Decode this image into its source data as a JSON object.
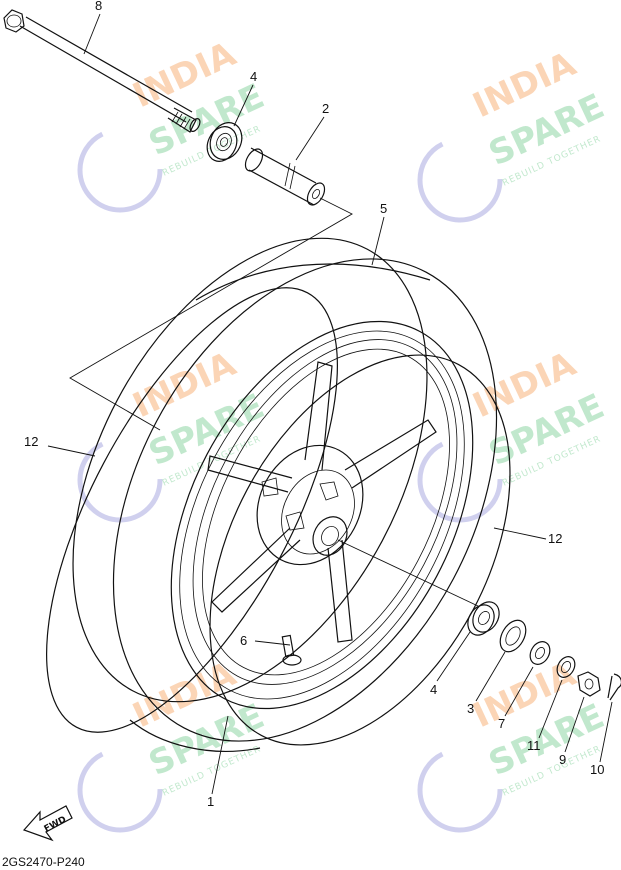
{
  "diagram": {
    "code": "2GS2470-P240",
    "fwd_label": "FWD",
    "callouts": [
      {
        "id": "c8",
        "label": "8"
      },
      {
        "id": "c4a",
        "label": "4"
      },
      {
        "id": "c2",
        "label": "2"
      },
      {
        "id": "c5",
        "label": "5"
      },
      {
        "id": "c12a",
        "label": "12"
      },
      {
        "id": "c12b",
        "label": "12"
      },
      {
        "id": "c6",
        "label": "6"
      },
      {
        "id": "c4b",
        "label": "4"
      },
      {
        "id": "c3",
        "label": "3"
      },
      {
        "id": "c7",
        "label": "7"
      },
      {
        "id": "c11",
        "label": "11"
      },
      {
        "id": "c9",
        "label": "9"
      },
      {
        "id": "c10",
        "label": "10"
      },
      {
        "id": "c1",
        "label": "1"
      }
    ]
  },
  "watermark": {
    "line1": "INDIA",
    "line2": "SPARE",
    "tagline": "REBUILD TOGETHER",
    "colors": {
      "orange": "#f7b27a",
      "green": "#8fd6a4",
      "blue": "#a9a9e0"
    }
  }
}
